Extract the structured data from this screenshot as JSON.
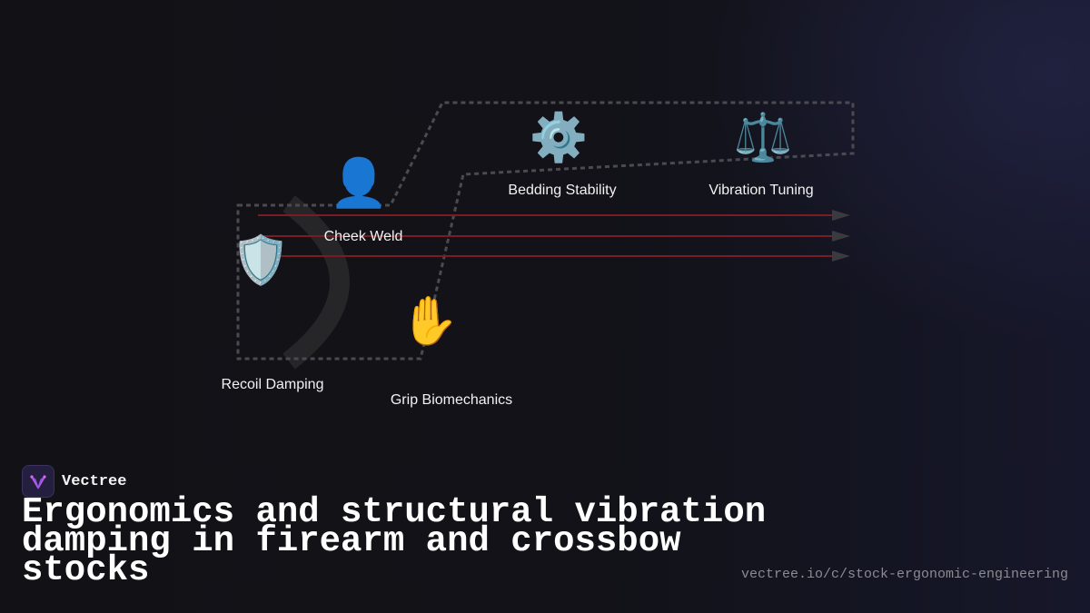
{
  "nodes": [
    {
      "id": "recoil",
      "icon_name": "shield-icon",
      "icon": "🛡️",
      "label": "Recoil Damping"
    },
    {
      "id": "cheek",
      "icon_name": "person-icon",
      "icon": "👤",
      "label": "Cheek Weld"
    },
    {
      "id": "grip",
      "icon_name": "raised-hand-icon",
      "icon": "✋",
      "label": "Grip Biomechanics"
    },
    {
      "id": "bedding",
      "icon_name": "gear-icon",
      "icon": "⚙️",
      "label": "Bedding Stability"
    },
    {
      "id": "vibration",
      "icon_name": "balance-scale-icon",
      "icon": "⚖️",
      "label": "Vibration Tuning"
    }
  ],
  "colors": {
    "background": "#111116",
    "arrow_line": "#7a1c24",
    "arrow_head": "#3a3a40",
    "outline": "#4a4a50",
    "arc": "#262628"
  },
  "brand": {
    "name": "Vectree",
    "logo_icon": "vectree-logo-icon"
  },
  "title": "Ergonomics and structural vibration damping in firearm and crossbow stocks",
  "url": "vectree.io/c/stock-ergonomic-engineering"
}
